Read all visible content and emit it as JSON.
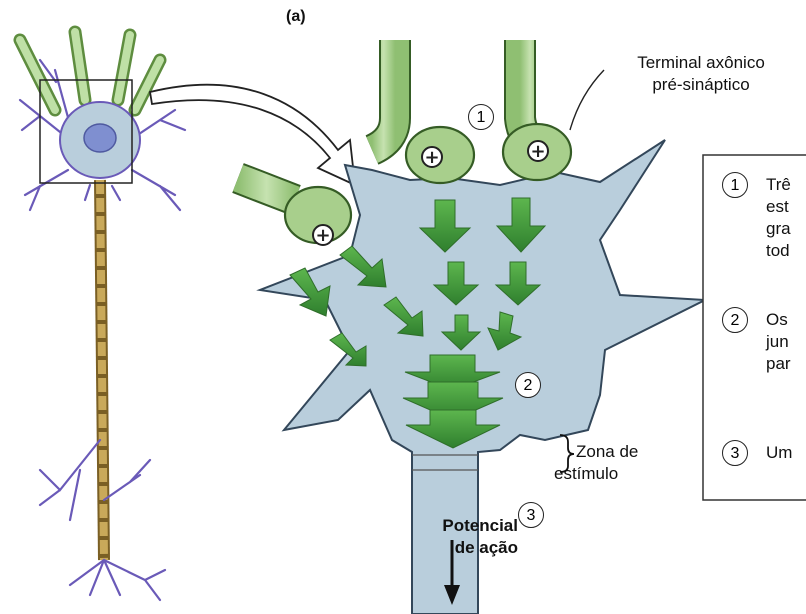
{
  "panel_label": "(a)",
  "terminal_label_line1": "Terminal axônico",
  "terminal_label_line2": "pré-sináptico",
  "zona_label_line1": "Zona de",
  "zona_label_line2": "estímulo",
  "potencial_line1": "Potencial",
  "potencial_line2": "de ação",
  "plus_symbol": "+",
  "markers": {
    "m1": "1",
    "m2": "2",
    "m3": "3"
  },
  "key": [
    {
      "num": "1",
      "lines": [
        "Trê",
        "est",
        "gra",
        "tod"
      ]
    },
    {
      "num": "2",
      "lines": [
        "Os",
        "jun",
        "par"
      ]
    },
    {
      "num": "3",
      "lines": [
        "Um"
      ]
    }
  ],
  "colors": {
    "cell": "#b9cedc",
    "axon_green": "#a8cf8c",
    "arrow_green": "#3f9a3a",
    "dendrite_purple": "#6a5ab8",
    "axon_brown": "#a9893d"
  }
}
